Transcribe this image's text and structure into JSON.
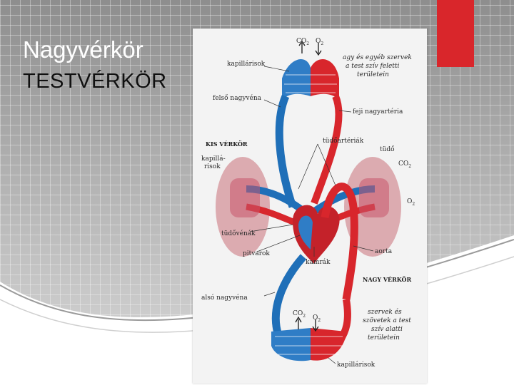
{
  "slide": {
    "title": "Nagyvérkör",
    "subtitle": "TESTVÉRKÖR"
  },
  "colors": {
    "accent_red": "#d9262b",
    "artery_red": "#d8262c",
    "vein_blue": "#1f6fb8",
    "lung_pink": "#d9a3a8"
  },
  "figure": {
    "labels": {
      "co2_top": "CO",
      "co2_sub": "2",
      "o2_top": "O",
      "o2_sub": "2",
      "kapillarisok_top": "kapillárisok",
      "fej_note_1": "agy és egyéb szervek",
      "fej_note_2": "a test szív feletti",
      "fej_note_3": "területein",
      "felso_nagyvena": "felső nagyvéna",
      "feji_nagyarteria": "feji nagyartéria",
      "kis_verkor": "KIS VÉRKÖR",
      "tudoarteriak": "tüdőartériák",
      "tudo": "tüdő",
      "kapillarisok_left_1": "kapillá-",
      "kapillarisok_left_2": "risok",
      "co2_right": "CO",
      "o2_right": "O",
      "tudovenak": "tüdővénák",
      "pitvarok": "pitvarok",
      "aorta": "aorta",
      "kamrak": "kamrák",
      "nagy_verkor": "NAGY VÉRKÖR",
      "also_nagyvena": "alsó nagyvéna",
      "co2_bottom": "CO",
      "o2_bottom": "O",
      "bottom_note_1": "szervek és",
      "bottom_note_2": "szövetek a test",
      "bottom_note_3": "szív alatti",
      "bottom_note_4": "területein",
      "kapillarisok_bottom": "kapillárisok"
    }
  }
}
